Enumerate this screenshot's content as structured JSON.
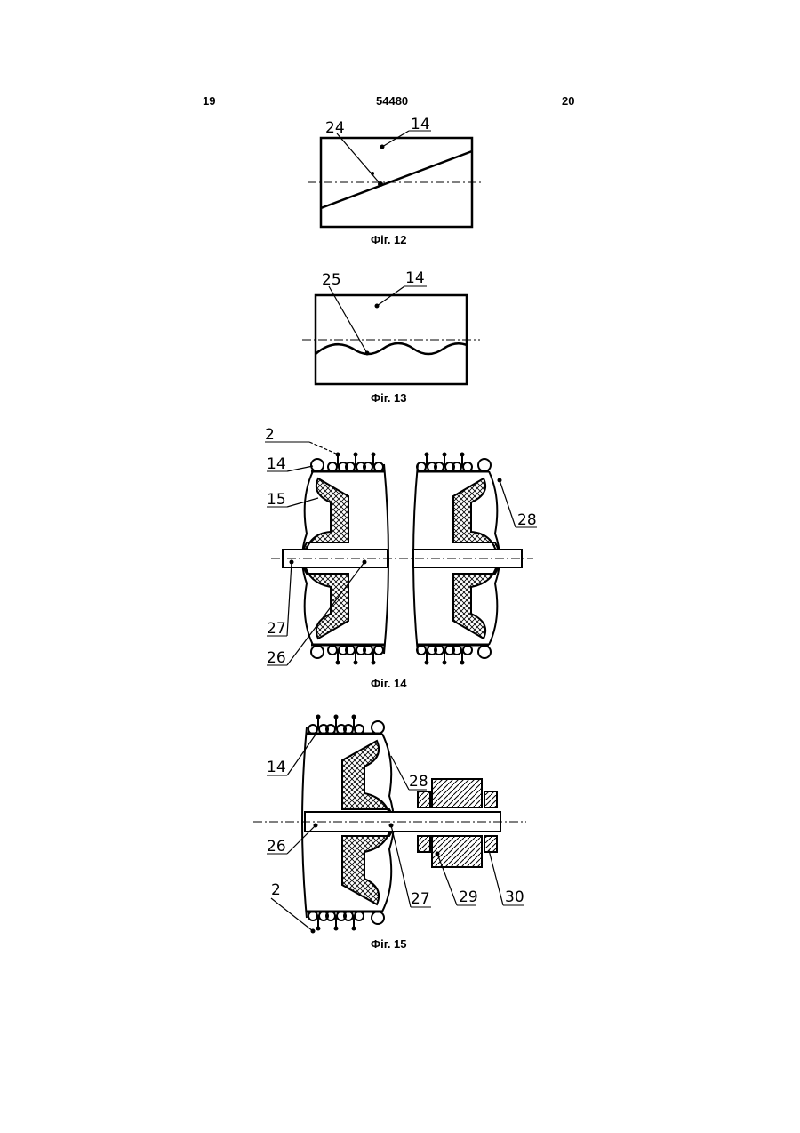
{
  "header": {
    "page_left": "19",
    "patent_number": "54480",
    "page_right": "20"
  },
  "fig12": {
    "caption": "Фіг. 12",
    "labels": [
      "24",
      "14"
    ]
  },
  "fig13": {
    "caption": "Фіг. 13",
    "labels": [
      "25",
      "14"
    ]
  },
  "fig14": {
    "caption": "Фіг. 14",
    "labels": [
      "2",
      "14",
      "15",
      "27",
      "26",
      "28"
    ]
  },
  "fig15": {
    "caption": "Фіг. 15",
    "labels": [
      "14",
      "28",
      "26",
      "2",
      "27",
      "29",
      "30"
    ]
  }
}
